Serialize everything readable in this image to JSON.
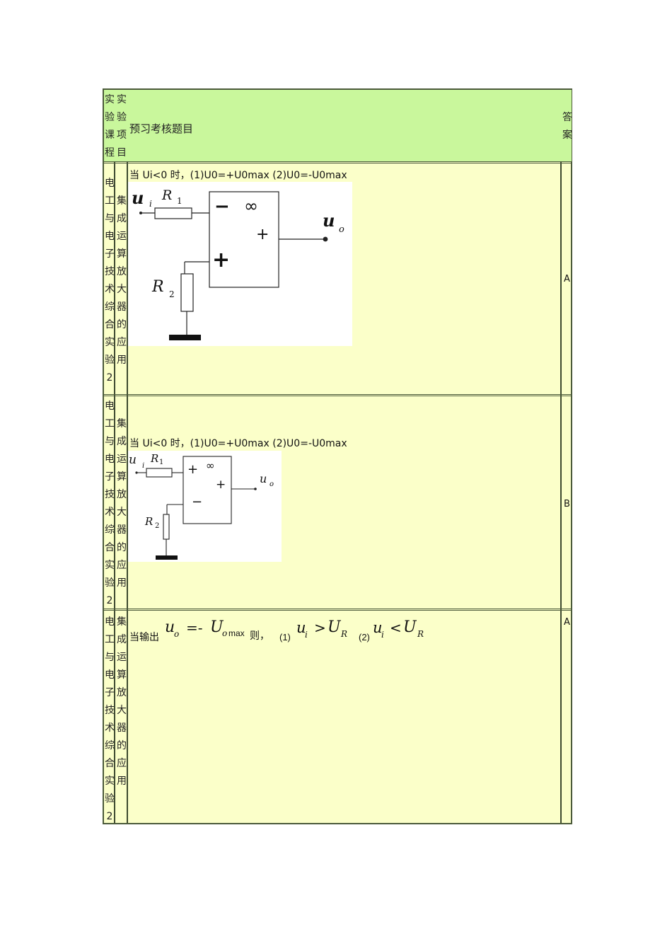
{
  "header": {
    "course": "实验课程",
    "item": "实验项目",
    "question": "预习考核题目",
    "answer": "答案"
  },
  "rows": [
    {
      "course": "电工与电子技术综合实验2",
      "item": "集成运算放大器的应用",
      "question": "当 Ui<0 时，(1)U0=+U0max  (2)U0=-U0max",
      "answer": "A",
      "figure": {
        "input_label": "u",
        "input_sub": "i",
        "r1": "R",
        "r1_sub": "1",
        "r2": "R",
        "r2_sub": "2",
        "top_sign": "−",
        "bottom_sign": "+",
        "gain": "∞",
        "out_sign": "+",
        "output_label": "u",
        "output_sub": "o"
      }
    },
    {
      "course": "电工与电子技术综合实验2",
      "item": "集成运算放大器的应用",
      "question": "当 Ui<0 时，(1)U0=+U0max  (2)U0=-U0max",
      "answer": "B",
      "figure": {
        "input_label": "u",
        "input_sub": "i",
        "r1": "R",
        "r1_sub": "1",
        "r2": "R",
        "r2_sub": "2",
        "top_sign": "+",
        "bottom_sign": "−",
        "gain": "∞",
        "out_sign": "+",
        "output_label": "u",
        "output_sub": "o"
      }
    },
    {
      "course": "电工与电子技术综合实验2",
      "item": "集成运算放大器的应用",
      "answer": "A",
      "formula": {
        "prefix": "当输出",
        "lhs": "u",
        "lhs_sub": "o",
        "eq": "=-",
        "rhs": "U",
        "rhs_sub": "o",
        "rhs_max": "max",
        "then": "则，",
        "opt1_num": "(1)",
        "opt1_u": "u",
        "opt1_sub": "i",
        "opt1_op": ">",
        "opt1_U": "U",
        "opt1_R": "R",
        "opt2_num": "(2)",
        "opt2_u": "u",
        "opt2_sub": "i",
        "opt2_op": "<",
        "opt2_U": "U",
        "opt2_R": "R"
      }
    }
  ]
}
